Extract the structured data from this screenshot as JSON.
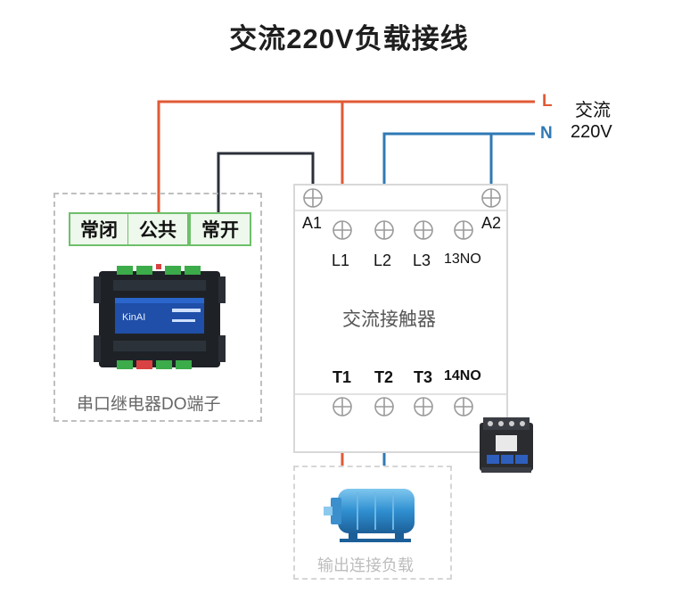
{
  "title": "交流220V负载接线",
  "source": {
    "l_letter": "L",
    "n_letter": "N",
    "label_line1": "交流",
    "label_line2": "220V",
    "l_color": "#e05a35",
    "n_color": "#2f79b5",
    "wire_dark_color": "#2b2f3a"
  },
  "relay": {
    "terminals": [
      "常闭",
      "公共",
      "常开"
    ],
    "caption": "串口继电器DO端子",
    "device_brand": "KinAI"
  },
  "contactor": {
    "a1": "A1",
    "a2": "A2",
    "top_terminals": [
      "L1",
      "L2",
      "L3",
      "13NO"
    ],
    "name": "交流接触器",
    "bottom_terminals": [
      "T1",
      "T2",
      "T3",
      "14NO"
    ]
  },
  "load": {
    "caption": "输出连接负载"
  }
}
